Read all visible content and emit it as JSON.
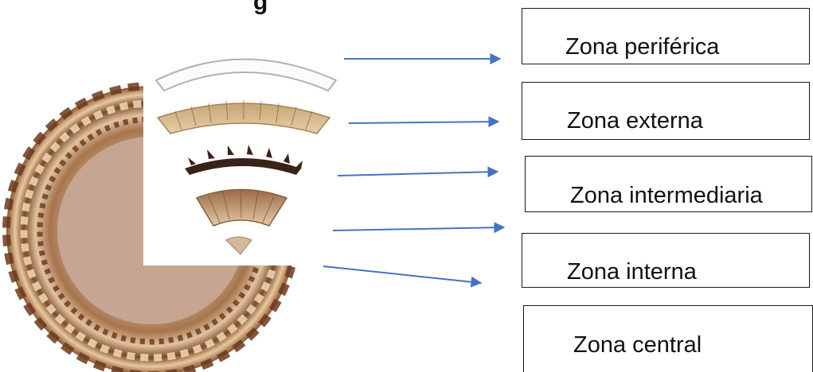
{
  "diagram": {
    "title_fragment": "g",
    "zones": [
      {
        "label": "Zona periférica"
      },
      {
        "label": "Zona externa"
      },
      {
        "label": "Zona intermediaria"
      },
      {
        "label": "Zona interna"
      },
      {
        "label": "Zona central"
      }
    ],
    "colors": {
      "arrow": "#4472c4",
      "box_border": "#1a1a1a",
      "disc_outer": "#9a6236",
      "disc_mid": "#d9b48a",
      "disc_inner": "#c9a48a",
      "dark_band": "#3a2218"
    }
  }
}
